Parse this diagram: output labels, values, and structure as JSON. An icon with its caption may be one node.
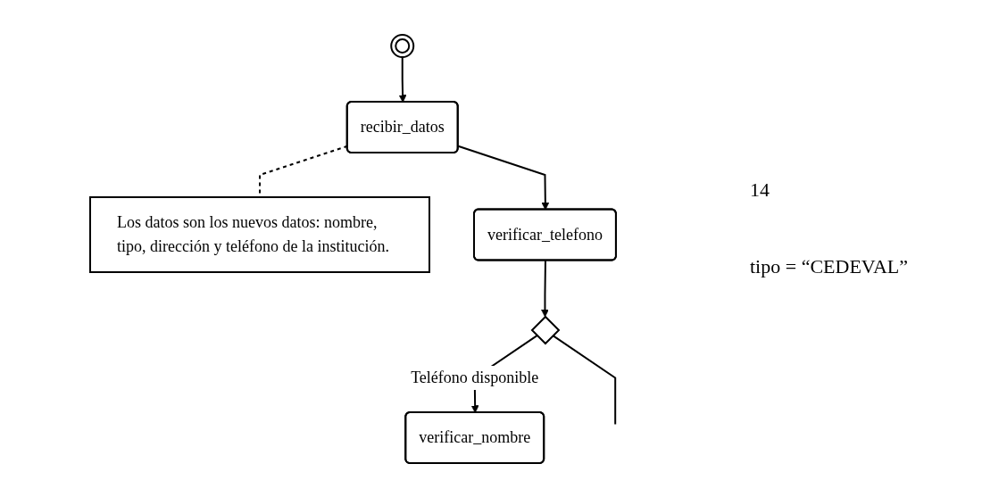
{
  "diagram": {
    "nodes": [
      {
        "text": [],
        "shape": "circle"
      },
      {
        "text": [
          "recibir_datos"
        ]
      },
      {
        "text": [
          "Los datos son los nuevos datos: nombre, tipo, dirección y teléfono de la institución."
        ]
      },
      {
        "text": [
          "verificar_telefono"
        ]
      },
      {
        "text": [],
        "shape": "diamond"
      },
      {
        "text": [
          "verificar_nombre"
        ]
      }
    ],
    "edges": [
      {
        "from": 0,
        "to": 1,
        "arrow": "to"
      },
      {
        "from": 1,
        "to": 2,
        "arrow": "none",
        "style": "dashed"
      },
      {
        "from": 1,
        "to": 3,
        "arrow": "to"
      },
      {
        "from": 3,
        "to": 4,
        "arrow": "to"
      },
      {
        "from": 4,
        "to": 5,
        "arrow": "to",
        "label": "Teléfono disponible"
      },
      {
        "from": 4,
        "to": null,
        "arrow": "none"
      }
    ],
    "labels": [
      "14",
      "tipo = “CEDEVAL”"
    ]
  }
}
